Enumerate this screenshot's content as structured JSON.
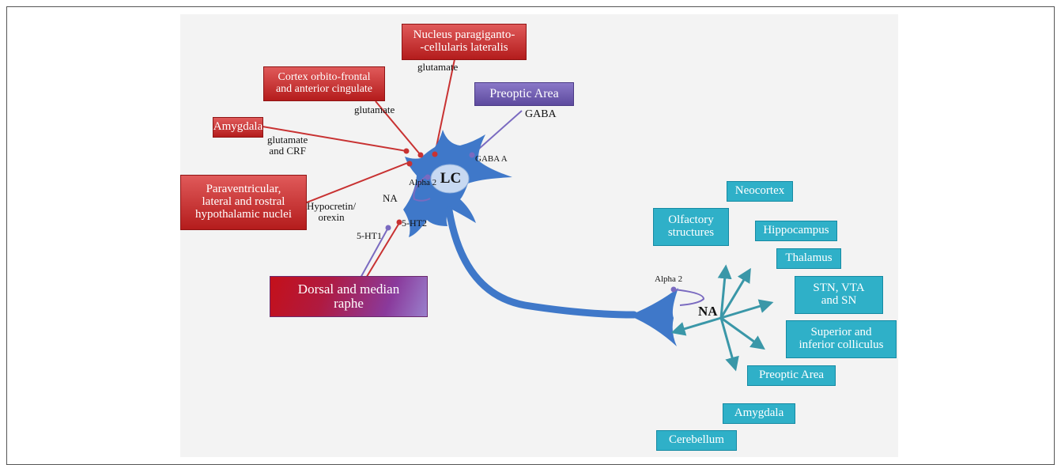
{
  "regions": {
    "nucleus_paragiganto": "Nucleus paragiganto-\n-cellularis lateralis",
    "cortex_orbito": "Cortex orbito-frontal\nand anterior cingulate",
    "amygdala_input": "Amygdala",
    "paraventricular": "Paraventricular,\nlateral and rostral\nhypothalamic nuclei",
    "dorsal_raphe": "Dorsal and median\nraphe",
    "preoptic_input": "Preoptic Area"
  },
  "neuron": {
    "lc_label": "LC",
    "terminal_na": "NA"
  },
  "labels": {
    "glutamate_nucleus": "glutamate",
    "glutamate_cortex": "glutamate",
    "glutamate_crf": "glutamate\nand CRF",
    "gaba": "GABA",
    "gaba_a": "GABA A",
    "alpha2_top": "Alpha 2",
    "na_top": "NA",
    "hypocretin": "Hypocretin/\norexin",
    "ht2": "5-HT2",
    "ht1": "5-HT1",
    "alpha2_bottom": "Alpha 2"
  },
  "targets": {
    "neocortex": "Neocortex",
    "olfactory": "Olfactory\nstructures",
    "hippocampus": "Hippocampus",
    "thalamus": "Thalamus",
    "stn_vta": "STN, VTA\nand SN",
    "colliculus": "Superior and\ninferior colliculus",
    "preoptic": "Preoptic Area",
    "amygdala": "Amygdala",
    "cerebellum": "Cerebellum"
  },
  "colors": {
    "neuron": "#3f78c9",
    "excitatory": "#c83232",
    "inhibitory": "#7a6ac0",
    "target": "#2fb0c8",
    "arrow": "#3a97a8"
  }
}
